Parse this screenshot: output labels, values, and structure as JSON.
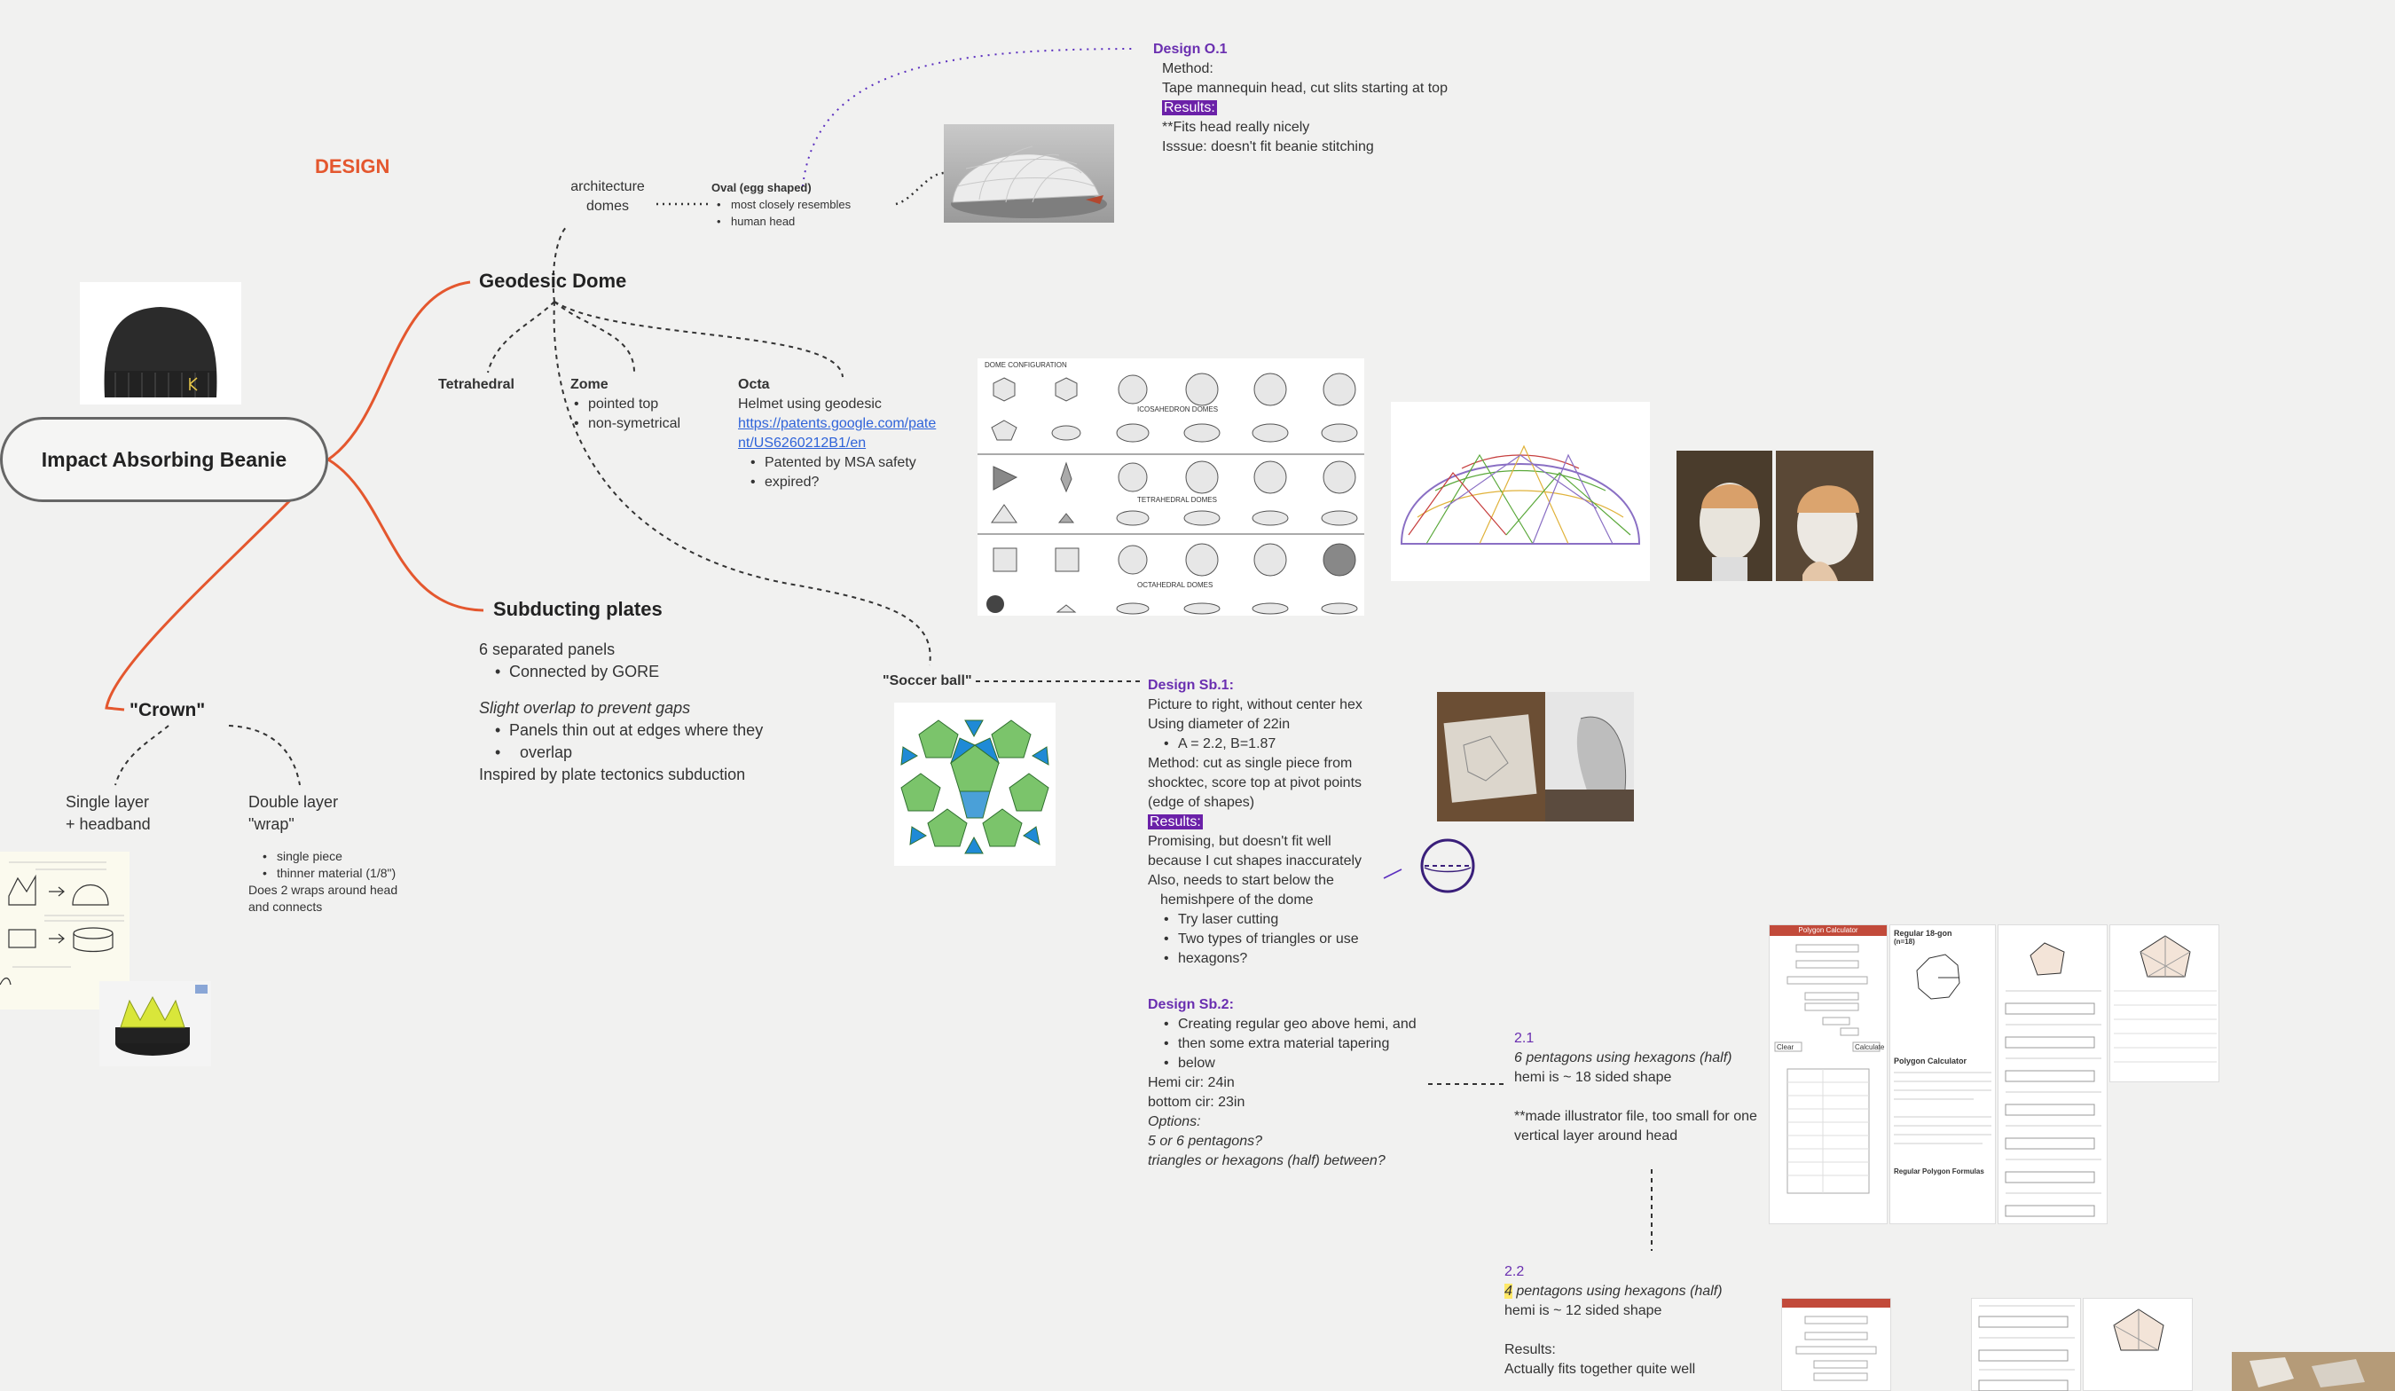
{
  "board": {
    "design_label": "DESIGN",
    "colors": {
      "branch": "#e4572e",
      "accent_purple": "#6a2fb0",
      "link_blue": "#2f63d9",
      "canvas": "#f1f1f0"
    }
  },
  "root": {
    "title": "Impact Absorbing Beanie"
  },
  "geodesic": {
    "title": "Geodesic Dome",
    "architecture": [
      "architecture",
      "domes"
    ],
    "oval": {
      "title": "Oval (egg shaped)",
      "items": [
        "most closely resembles",
        "human head"
      ]
    },
    "tetrahedral": "Tetrahedral",
    "zome": {
      "title": "Zome",
      "items": [
        "pointed top",
        "non-symetrical"
      ]
    },
    "octa": {
      "title": "Octa",
      "line1": "Helmet using geodesic",
      "link": [
        "https://patents.google.com/pate",
        "nt/US6260212B1/en"
      ],
      "items": [
        "Patented by MSA safety",
        "expired?"
      ]
    },
    "dome_config_labels": [
      "DOME CONFIGURATION",
      "ICOSAHEDRON DOMES",
      "TETRAHEDRAL DOMES",
      "OCTAHEDRAL DOMES"
    ]
  },
  "design_o1": {
    "title": "Design O.1",
    "method_label": "Method:",
    "method": "Tape mannequin head, cut slits starting at top",
    "results_label": "Results:",
    "results": [
      "**Fits head really nicely",
      "Isssue: doesn't fit beanie stitching"
    ]
  },
  "subducting": {
    "title": "Subducting plates",
    "line1": "6 separated panels",
    "item1": "Connected by GORE",
    "italic": "Slight overlap to prevent gaps",
    "item2": [
      "Panels thin out at edges where they",
      "overlap"
    ],
    "line2": "Inspired by plate tectonics subduction"
  },
  "soccer": {
    "title": "\"Soccer ball\""
  },
  "design_sb1": {
    "title": "Design Sb.1:",
    "lines": [
      "Picture to right, without center hex",
      "Using diameter of 22in"
    ],
    "item": "A = 2.2, B=1.87",
    "method": [
      "Method: cut as single piece from",
      "shocktec, score top at pivot points",
      "(edge of shapes)"
    ],
    "results_label": "Results:",
    "results": [
      "Promising, but doesn't fit well",
      "because I cut shapes inaccurately",
      "Also, needs to start below the",
      "hemishpere of the dome"
    ],
    "items": [
      "Try laser cutting",
      "Two types of triangles or use",
      "hexagons?"
    ]
  },
  "design_sb2": {
    "title": "Design Sb.2:",
    "items": [
      "Creating regular geo above hemi, and",
      "then some extra material tapering",
      "below"
    ],
    "lines": [
      "Hemi cir: 24in",
      "bottom cir: 23in"
    ],
    "options_label": "Options:",
    "options": [
      "5 or 6 pentagons?",
      "triangles or hexagons (half) between?"
    ]
  },
  "section_21": {
    "num": "2.1",
    "italic": "6 pentagons using hexagons (half)",
    "line": "hemi is ~ 18 sided shape",
    "note": [
      "**made illustrator file, too small for one",
      "vertical layer around head"
    ]
  },
  "section_22": {
    "num": "2.2",
    "hl": "4",
    "italic": " pentagons using hexagons (half)",
    "line": "hemi is ~ 12 sided shape",
    "results_label": "Results:",
    "results": "Actually fits together quite well"
  },
  "crown": {
    "title": "\"Crown\"",
    "single": [
      "Single layer",
      "+ headband"
    ],
    "double": [
      "Double layer",
      "\"wrap\""
    ],
    "items": [
      "single piece",
      "thinner material (1/8\")"
    ],
    "lines": [
      "Does 2 wraps around head",
      "and connects"
    ]
  },
  "calculator": {
    "title": "Polygon Calculator",
    "heading": "Regular 18-gon",
    "heading2": "(n=18)",
    "section": "Polygon Calculator",
    "formulas": "Regular Polygon Formulas",
    "clear": "Clear",
    "calculate": "Calculate"
  }
}
